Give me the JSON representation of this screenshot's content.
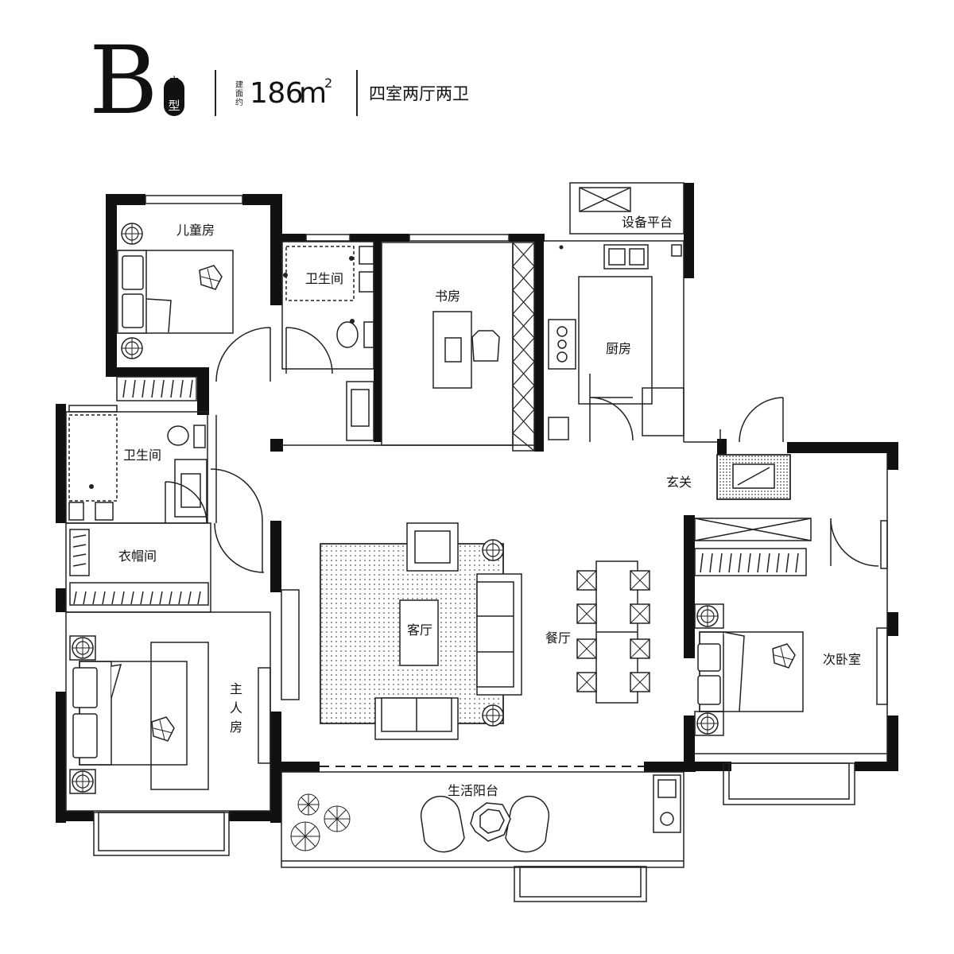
{
  "header": {
    "type_letter": "B",
    "type_hu": "户",
    "type_xing": "型",
    "area_label": "建面约",
    "area_value": "186",
    "area_unit": "m",
    "area_sup": "2",
    "layout": "四室两厅两卫"
  },
  "rooms": {
    "children_room": "儿童房",
    "bath_top": "卫生间",
    "study": "书房",
    "kitchen": "厨房",
    "equipment_platform": "设备平台",
    "bath_left": "卫生间",
    "entrance": "玄关",
    "cloakroom": "衣帽间",
    "living_room": "客厅",
    "dining_room": "餐厅",
    "second_bedroom": "次卧室",
    "master_1": "主",
    "master_2": "人",
    "master_3": "房",
    "balcony": "生活阳台"
  },
  "colors": {
    "wall": "#111111",
    "line": "#333333",
    "hatch": "#555555"
  }
}
